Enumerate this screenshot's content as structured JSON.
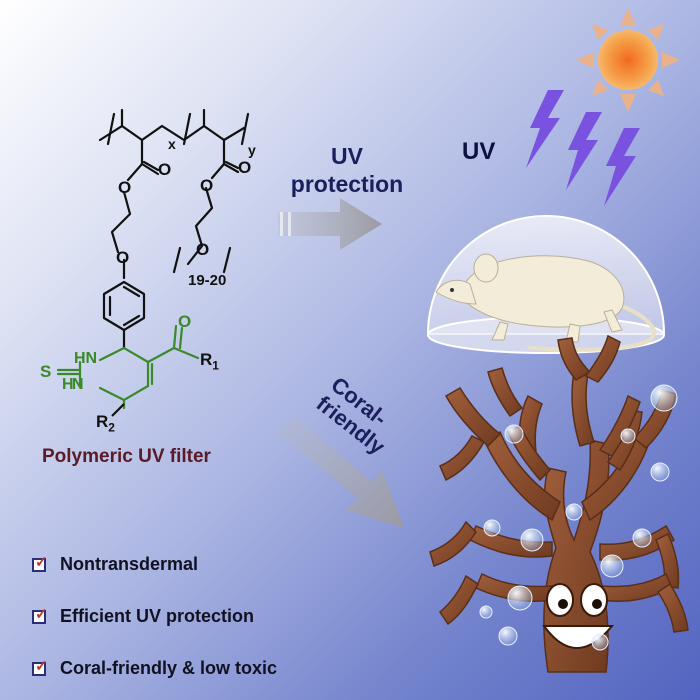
{
  "labels": {
    "uv_protection": [
      "UV",
      "protection"
    ],
    "coral_friendly": [
      "Coral-",
      "friendly"
    ],
    "uv_sun": "UV",
    "polymeric_uv_filter": "Polymeric UV filter"
  },
  "structure": {
    "x": "x",
    "y": "y",
    "peg_repeat": "19-20",
    "atom_O": "O",
    "atom_S": "S",
    "atom_HN": "HN",
    "atom_N": "N",
    "atom_H": "H",
    "R1": "R",
    "R1_sub": "1",
    "R2": "R",
    "R2_sub": "2"
  },
  "benefits": [
    "Nontransdermal",
    "Efficient UV protection",
    "Coral-friendly & low toxic"
  ],
  "check_glyph": "✓",
  "colors": {
    "accent_green": "#3a8a2a",
    "label_navy": "#1b1f5c",
    "label_maroon": "#5a1a26",
    "lightning": "#7a52e0",
    "coral_brown": "#8a4a2a",
    "sun_orange": "#f08a2a"
  }
}
